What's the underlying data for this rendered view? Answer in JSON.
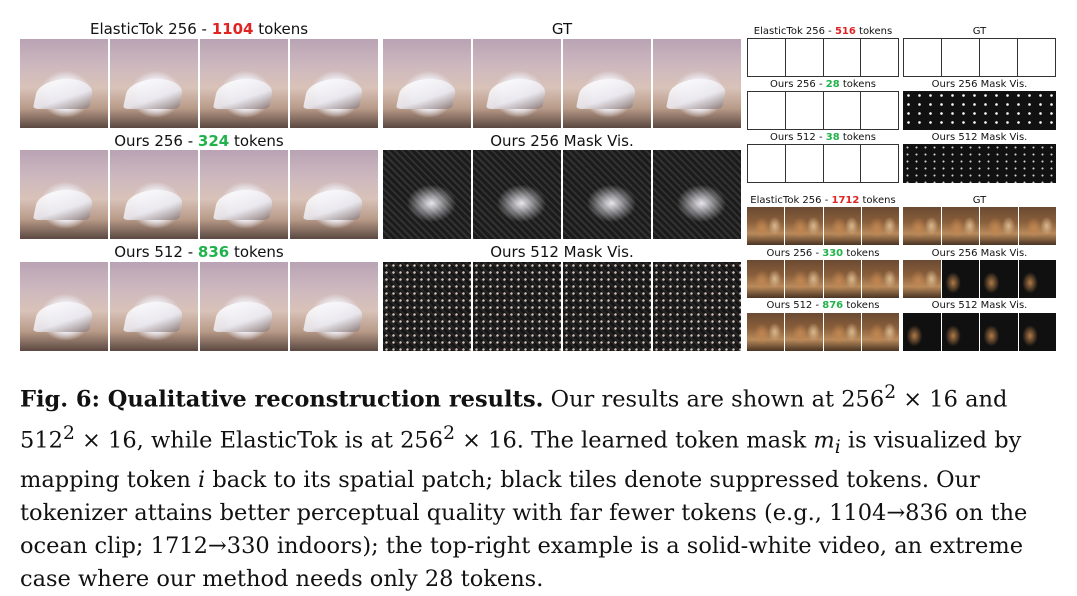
{
  "figure": {
    "left_panel": {
      "row1": {
        "prefix": "ElasticTok 256 - ",
        "count": "1104",
        "suffix": " tokens"
      },
      "row2": {
        "prefix": "Ours 256 - ",
        "count": "324",
        "suffix": " tokens"
      },
      "row3": {
        "prefix": "Ours 512 - ",
        "count": "836",
        "suffix": " tokens"
      }
    },
    "middle_panel": {
      "row1": "GT",
      "row2": "Ours 256 Mask Vis.",
      "row3": "Ours 512 Mask Vis."
    },
    "right_top": {
      "r1_left": {
        "prefix": "ElasticTok 256 - ",
        "count": "516",
        "suffix": " tokens"
      },
      "r1_right": "GT",
      "r2_left": {
        "prefix": "Ours 256 - ",
        "count": "28",
        "suffix": " tokens"
      },
      "r2_right": "Ours 256 Mask Vis.",
      "r3_left": {
        "prefix": "Ours 512 - ",
        "count": "38",
        "suffix": " tokens"
      },
      "r3_right": "Ours 512 Mask Vis."
    },
    "right_bottom": {
      "r1_left": {
        "prefix": "ElasticTok 256 - ",
        "count": "1712",
        "suffix": " tokens"
      },
      "r1_right": "GT",
      "r2_left": {
        "prefix": "Ours 256 - ",
        "count": "330",
        "suffix": " tokens"
      },
      "r2_right": "Ours 256 Mask Vis.",
      "r3_left": {
        "prefix": "Ours 512 - ",
        "count": "876",
        "suffix": " tokens"
      },
      "r3_right": "Ours 512 Mask Vis."
    }
  },
  "caption": {
    "lead": "Fig. 6: Qualitative reconstruction results.",
    "t1": " Our results are shown at 256",
    "sup1": "2",
    "t2": " × 16 and 512",
    "sup2": "2",
    "t3": " × 16, while ElasticTok is at 256",
    "sup3": "2",
    "t4": " × 16. The learned token mask ",
    "m": "m",
    "i": "i",
    "t5": " is visualized by mapping token ",
    "i2": "i",
    "t6": " back to its spatial patch; black tiles denote suppressed tokens. Our tokenizer attains better perceptual quality with far fewer tokens (e.g., 1104→836 on the ocean clip; 1712→330 indoors); the top-right example is a solid-white video, an extreme case where our method needs only 28 tokens."
  },
  "colors": {
    "red": "#e02424",
    "green": "#22b24c"
  }
}
